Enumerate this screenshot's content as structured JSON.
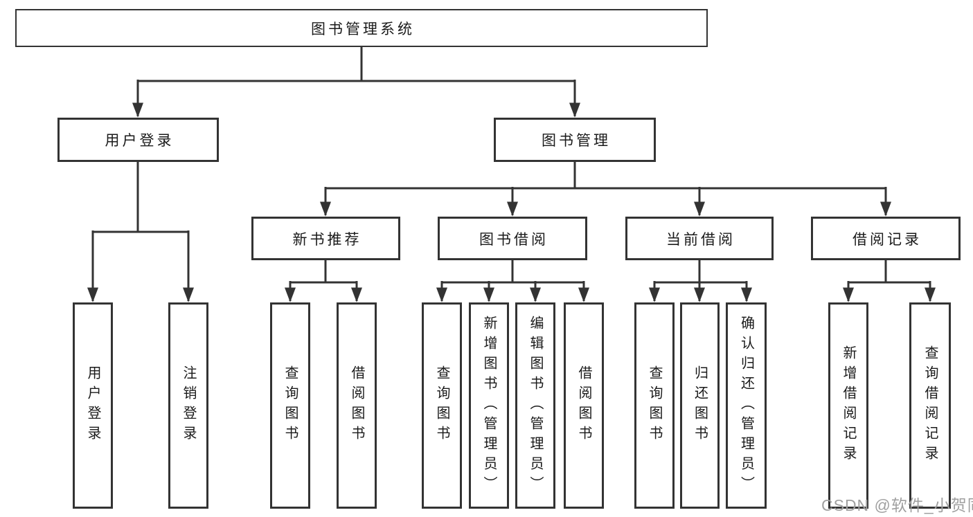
{
  "diagram": {
    "type": "tree-diagram",
    "title": "图书管理系统",
    "colors": {
      "line": "#333333",
      "border": "#333333",
      "text": "#1a1a1a",
      "background": "#ffffff",
      "watermark": "#a0a0a0"
    },
    "nodes": {
      "root": {
        "label": "图书管理系统"
      },
      "user_login": {
        "label": "用户登录"
      },
      "book_mgmt": {
        "label": "图书管理"
      },
      "new_book_rec": {
        "label": "新书推荐"
      },
      "book_borrowing": {
        "label": "图书借阅"
      },
      "current_borrowing": {
        "label": "当前借阅"
      },
      "borrowing_records": {
        "label": "借阅记录"
      },
      "leaf_user_login": {
        "label": "用户登录"
      },
      "leaf_logout": {
        "label": "注销登录"
      },
      "rec_query_books": {
        "label": "查询图书"
      },
      "rec_borrow_books": {
        "label": "借阅图书"
      },
      "bor_query_books": {
        "label": "查询图书"
      },
      "bor_add_books": {
        "label": "新增图书（管理员）"
      },
      "bor_edit_books": {
        "label": "编辑图书（管理员）"
      },
      "bor_borrow_books": {
        "label": "借阅图书"
      },
      "cur_query_books": {
        "label": "查询图书"
      },
      "cur_return_books": {
        "label": "归还图书"
      },
      "cur_confirm_return": {
        "label": "确认归还（管理员）"
      },
      "recs_add_record": {
        "label": "新增借阅记录"
      },
      "recs_query_record": {
        "label": "查询借阅记录"
      }
    },
    "edges": [
      [
        "root",
        "user_login"
      ],
      [
        "root",
        "book_mgmt"
      ],
      [
        "user_login",
        "leaf_user_login"
      ],
      [
        "user_login",
        "leaf_logout"
      ],
      [
        "book_mgmt",
        "new_book_rec"
      ],
      [
        "book_mgmt",
        "book_borrowing"
      ],
      [
        "book_mgmt",
        "current_borrowing"
      ],
      [
        "book_mgmt",
        "borrowing_records"
      ],
      [
        "new_book_rec",
        "rec_query_books"
      ],
      [
        "new_book_rec",
        "rec_borrow_books"
      ],
      [
        "book_borrowing",
        "bor_query_books"
      ],
      [
        "book_borrowing",
        "bor_add_books"
      ],
      [
        "book_borrowing",
        "bor_edit_books"
      ],
      [
        "book_borrowing",
        "bor_borrow_books"
      ],
      [
        "current_borrowing",
        "cur_query_books"
      ],
      [
        "current_borrowing",
        "cur_return_books"
      ],
      [
        "current_borrowing",
        "cur_confirm_return"
      ],
      [
        "borrowing_records",
        "recs_add_record"
      ],
      [
        "borrowing_records",
        "recs_query_record"
      ]
    ],
    "watermark": "CSDN @软件_小贺同学"
  }
}
